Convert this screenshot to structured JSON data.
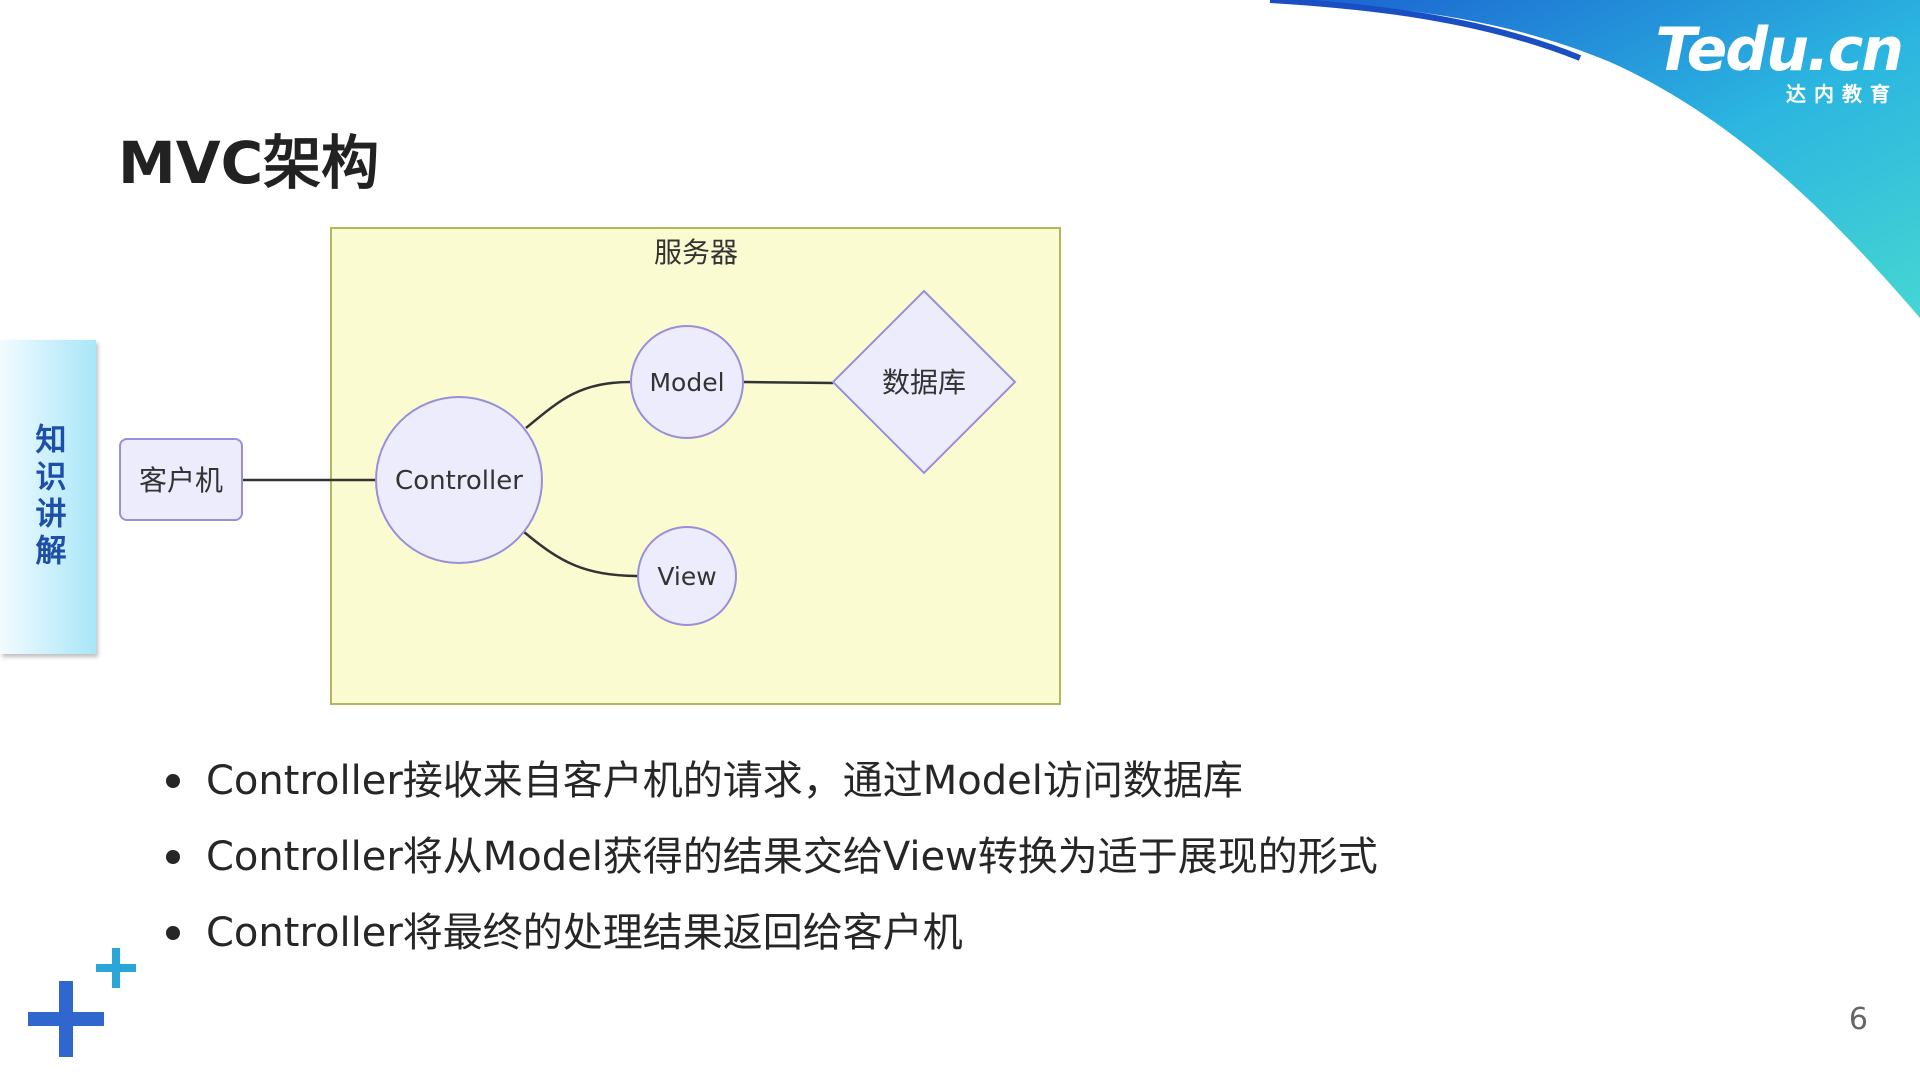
{
  "slide": {
    "title": "MVC架构",
    "side_tab_label": "知识讲解",
    "page_number": "6"
  },
  "brand": {
    "logo_text": "Tedu.cn",
    "logo_subtitle": "达内教育",
    "colors": {
      "wave_dark": "#1e6bd6",
      "wave_light": "#3fd0d8",
      "accent_blue": "#1d4fa8",
      "plus_cyan": "#2aa7d8"
    }
  },
  "diagram": {
    "container_label": "服务器",
    "nodes": {
      "client": "客户机",
      "controller": "Controller",
      "model": "Model",
      "view": "View",
      "database": "数据库"
    },
    "colors": {
      "container_fill": "#fbfbd2",
      "container_border": "#b5b55a",
      "node_fill": "#ececfd",
      "node_border": "#9a8fd9",
      "edge": "#333333"
    }
  },
  "bullets": [
    "Controller接收来自客户机的请求，通过Model访问数据库",
    "Controller将从Model获得的结果交给View转换为适于展现的形式",
    "Controller将最终的处理结果返回给客户机"
  ]
}
